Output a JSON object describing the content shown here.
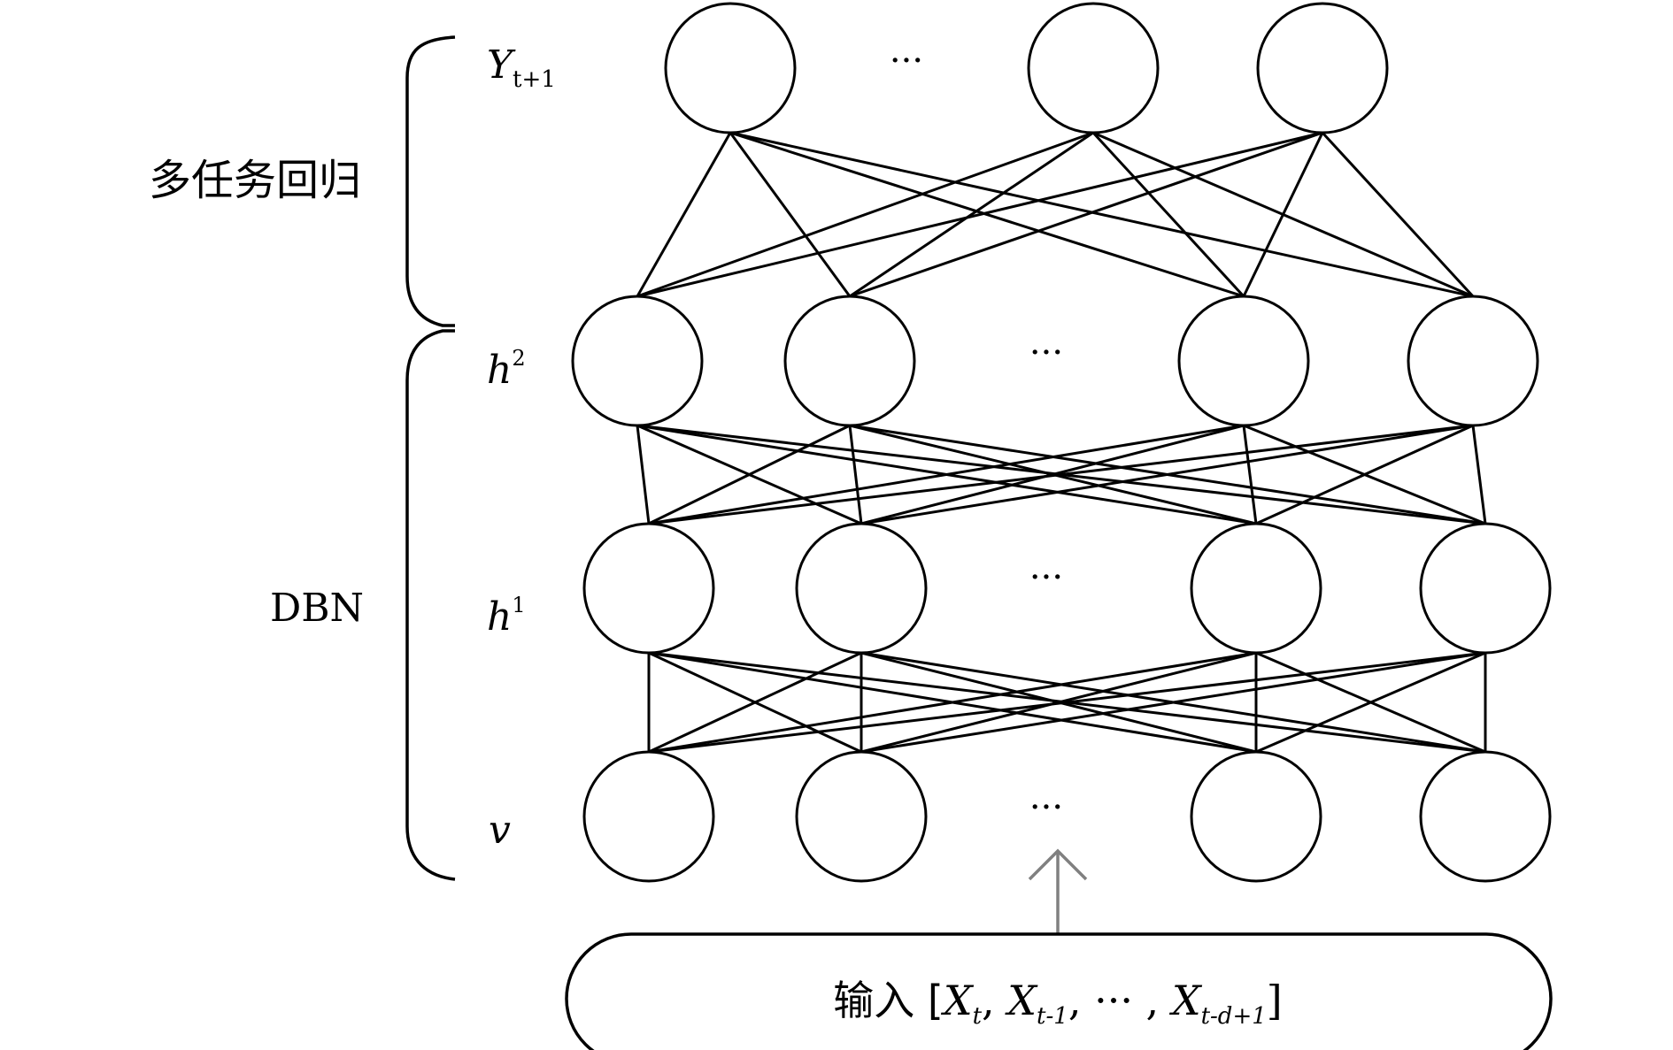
{
  "labels": {
    "multitask_regression": "多任务回归",
    "dbn": "DBN",
    "output_layer": {
      "base": "Y",
      "sub": "t+1"
    },
    "hidden_layer_2": {
      "base": "h",
      "sup": "2"
    },
    "hidden_layer_1": {
      "base": "h",
      "sup": "1"
    },
    "visible_layer": "v",
    "ellipsis": "···"
  },
  "input_box": {
    "prefix": "输入 [",
    "x1": "X",
    "x1_sub": "t",
    "sep1": ", ",
    "x2": "X",
    "x2_sub": "t-1",
    "sep2": ", ··· , ",
    "x3": "X",
    "x3_sub": "t-d+1",
    "suffix": "]"
  },
  "colors": {
    "stroke": "#000000",
    "arrow": "#808080",
    "background": "#ffffff"
  }
}
